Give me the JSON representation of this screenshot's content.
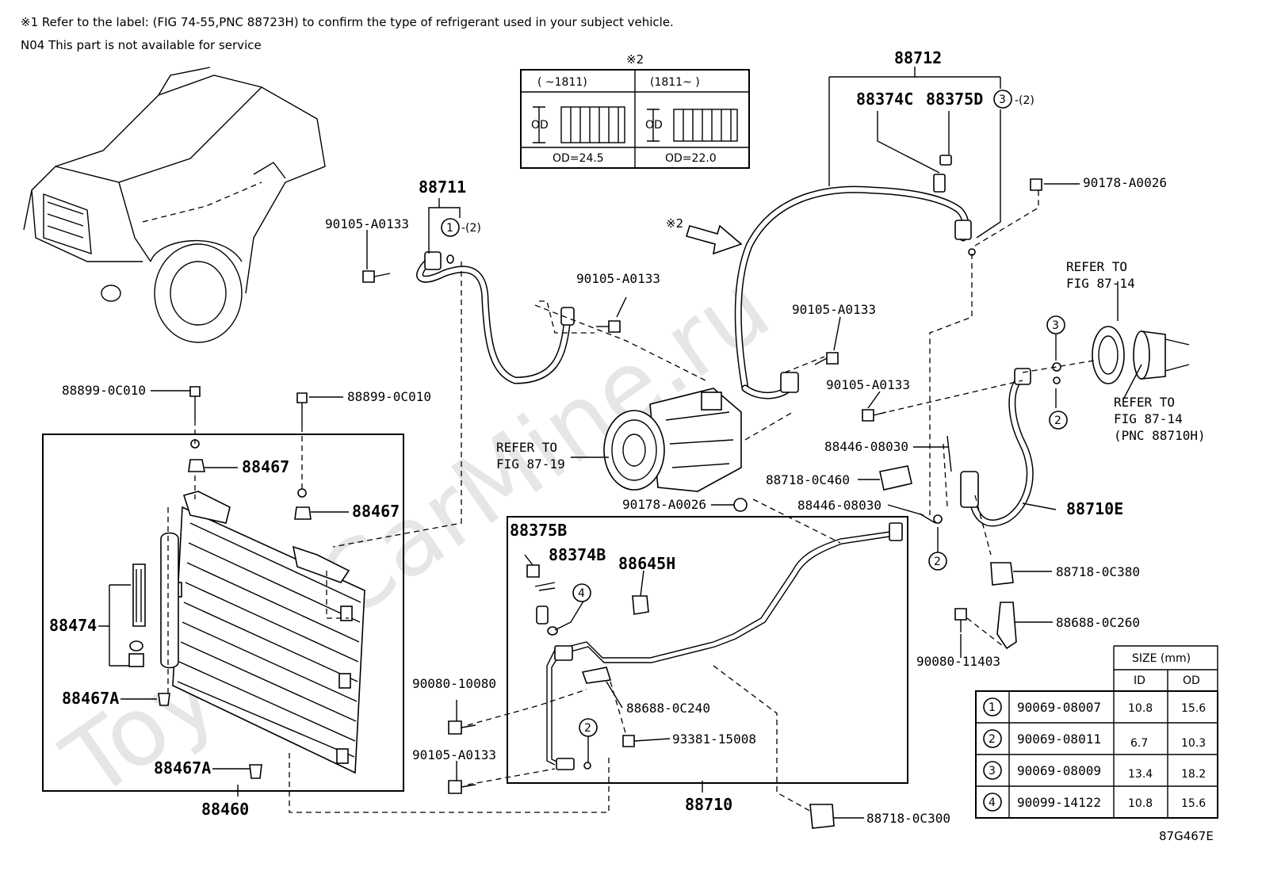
{
  "notes": [
    "※1 Refer to the label: (FIG 74-55,PNC 88723H) to confirm the type of refrigerant used in your subject vehicle.",
    "N04 This part is not available for service"
  ],
  "watermark": "ToyotaCarMine.ru",
  "figure_code": "87G467E",
  "od_box": {
    "mark": "※2",
    "col1_header": "(  ~1811)",
    "col2_header": "(1811~  )",
    "col1_od_label": "OD",
    "col2_od_label": "OD",
    "col1_value": "OD=24.5",
    "col2_value": "OD=22.0"
  },
  "arrow_mark": "※2",
  "refs": {
    "refer_to": "REFER TO",
    "fig_87_19": "FIG 87-19",
    "fig_87_14_a": "FIG 87-14",
    "fig_87_14_b": "FIG 87-14",
    "pnc_88710h": "(PNC 88710H)"
  },
  "labels": {
    "p88712": "88712",
    "p88374c": "88374C",
    "p88375d": "88375D",
    "p88711": "88711",
    "p88467_a": "88467",
    "p88467_b": "88467",
    "p88474": "88474",
    "p88467a_1": "88467A",
    "p88467a_2": "88467A",
    "p88460": "88460",
    "p88375b": "88375B",
    "p88374b": "88374B",
    "p88645h": "88645H",
    "p88710": "88710",
    "p88710e": "88710E",
    "p90105_1": "90105-A0133",
    "p90105_2": "90105-A0133",
    "p90105_3": "90105-A0133",
    "p90105_4": "90105-A0133",
    "p90105_5": "90105-A0133",
    "p90178_1": "90178-A0026",
    "p90178_2": "90178-A0026",
    "p88899_1": "88899-0C010",
    "p88899_2": "88899-0C010",
    "p88446_1": "88446-08030",
    "p88446_2": "88446-08030",
    "p88718_460": "88718-0C460",
    "p88718_380": "88718-0C380",
    "p88718_300": "88718-0C300",
    "p88688_260": "88688-0C260",
    "p88688_240": "88688-0C240",
    "p90080_11403": "90080-11403",
    "p90080_10080": "90080-10080",
    "p93381": "93381-15008",
    "qty2_a": "-(2)",
    "qty2_b": "-(2)"
  },
  "circles": {
    "c1": "1",
    "c3a": "3",
    "c3b": "3",
    "c2a": "2",
    "c2b": "2",
    "c2c": "2",
    "c4": "4"
  },
  "size_table": {
    "title": "SIZE (mm)",
    "col_id": "ID",
    "col_od": "OD",
    "rows": [
      {
        "num": "1",
        "part": "90069-08007",
        "id": "10.8",
        "od": "15.6"
      },
      {
        "num": "2",
        "part": "90069-08011",
        "id": "6.7",
        "od": "10.3"
      },
      {
        "num": "3",
        "part": "90069-08009",
        "id": "13.4",
        "od": "18.2"
      },
      {
        "num": "4",
        "part": "90099-14122",
        "id": "10.8",
        "od": "15.6"
      }
    ]
  }
}
